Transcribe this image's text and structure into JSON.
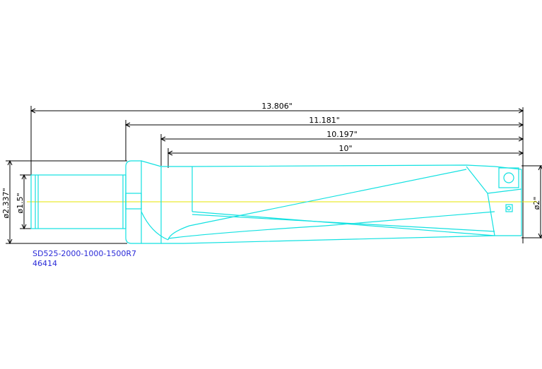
{
  "dimensions": {
    "overall_length": "13.806\"",
    "flange_to_tip": "11.181\"",
    "body_length": "10.197\"",
    "flute_length": "10\"",
    "flange_diameter": "ø2.337\"",
    "shank_diameter": "ø1.5\"",
    "drill_diameter": "ø2\""
  },
  "captions": {
    "part_number": "SD525-2000-1000-1500R7",
    "item_number": "46414"
  },
  "colors": {
    "outline": "#12e1e1",
    "centerline": "#e6e600",
    "dimension": "#000000",
    "caption": "#2a2ad8"
  }
}
